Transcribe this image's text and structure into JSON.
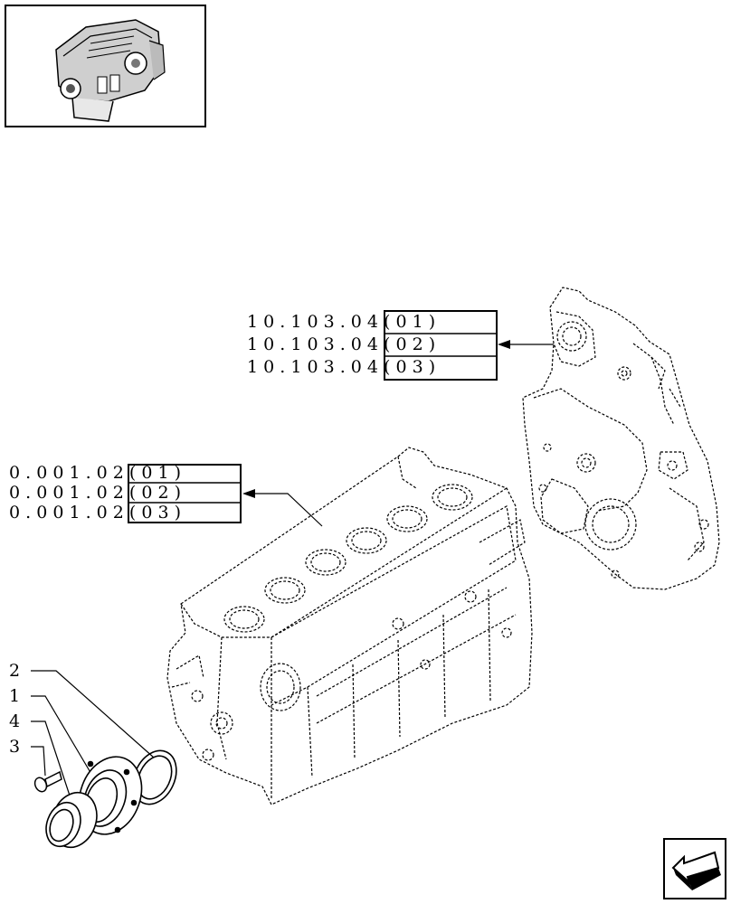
{
  "refs_top": [
    "1 0 . 1 0 3 . 0 4 ( 0 1 )",
    "1 0 . 1 0 3 . 0 4 ( 0 2 )",
    "1 0 . 1 0 3 . 0 4 ( 0 3 )"
  ],
  "refs_mid": [
    "0 . 0 0 1 . 0 2 ( 0 1 )",
    "0 . 0 0 1 . 0 2 ( 0 2 )",
    "0 . 0 0 1 . 0 2 ( 0 3 )"
  ],
  "callouts": [
    "2",
    "1",
    "4",
    "3"
  ],
  "icons": {
    "thumbnail": "engine-thumbnail-icon",
    "nav": "navigation-arrow-icon"
  }
}
